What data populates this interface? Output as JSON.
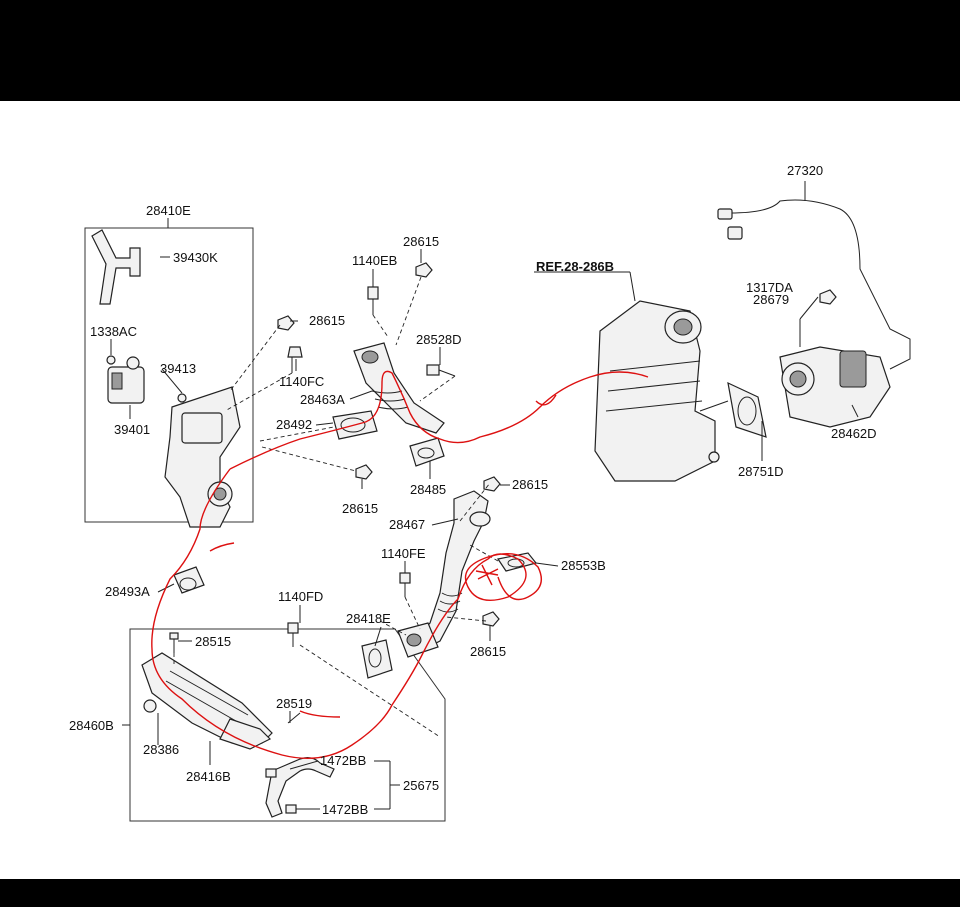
{
  "title": "REF.28-286B",
  "labels": {
    "l28410E": "28410E",
    "l39430K": "39430K",
    "l1338AC": "1338AC",
    "l39413": "39413",
    "l39401": "39401",
    "l28615_a": "28615",
    "l1140FC": "1140FC",
    "l28463A": "28463A",
    "l28492": "28492",
    "l1140EB": "1140EB",
    "l28615_b": "28615",
    "l28528D": "28528D",
    "l28615_c": "28615",
    "l28485": "28485",
    "l28615_d": "28615",
    "l28467": "28467",
    "l1140FE": "1140FE",
    "l28553B": "28553B",
    "l28418E": "28418E",
    "l28615_e": "28615",
    "l27320": "27320",
    "l1317DA": "1317DA",
    "l28679": "28679",
    "l28462D": "28462D",
    "l28751D": "28751D",
    "l28493A": "28493A",
    "l1140FD": "1140FD",
    "l28515": "28515",
    "l28519": "28519",
    "l28460B": "28460B",
    "l28386": "28386",
    "l28416B": "28416B",
    "l1472BB_a": "1472BB",
    "l25675": "25675",
    "l1472BB_b": "1472BB"
  },
  "colors": {
    "background_band": "#000000",
    "diagram_bg": "#ffffff",
    "ink": "#222222",
    "annotation_red": "#d11111"
  }
}
